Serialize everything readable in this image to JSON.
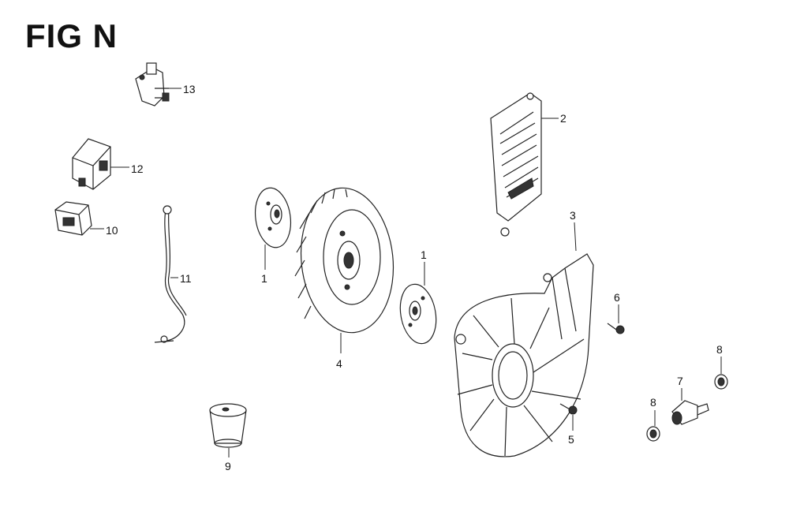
{
  "title": "FIG N",
  "callouts": {
    "c1a": "1",
    "c1b": "1",
    "c2": "2",
    "c3": "3",
    "c4": "4",
    "c5": "5",
    "c6": "6",
    "c7": "7",
    "c8a": "8",
    "c8b": "8",
    "c9": "9",
    "c10": "10",
    "c11": "11",
    "c12": "12",
    "c13": "13"
  }
}
